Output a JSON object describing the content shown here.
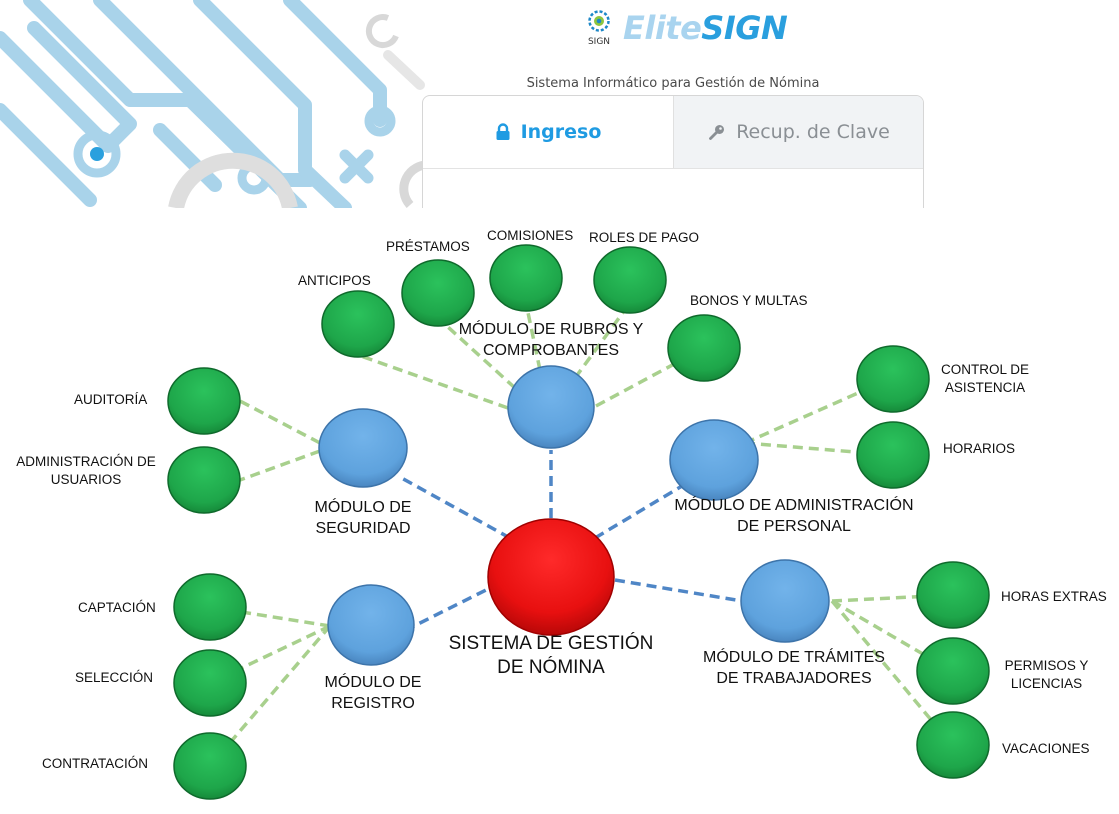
{
  "login": {
    "brand_elite": "Elite",
    "brand_sign": "SIGN",
    "logo_small_text": "SIGN",
    "subtitle": "Sistema Informático para Gestión de Nómina",
    "tab_login": "Ingreso",
    "tab_recover": "Recup. de Clave"
  },
  "colors": {
    "brand": "#2a9fde",
    "core": "#e81010",
    "module": "#62a6e2",
    "leaf": "#1ea64a",
    "module_link": "#4f86c6",
    "leaf_link": "#a8d08d"
  },
  "diagram": {
    "core": "SISTEMA DE GESTIÓN\nDE NÓMINA",
    "modules": {
      "rubros": "MÓDULO DE RUBROS Y\nCOMPROBANTES",
      "seguridad": "MÓDULO DE\nSEGURIDAD",
      "personal": "MÓDULO DE ADMINISTRACIÓN\nDE PERSONAL",
      "registro": "MÓDULO DE\nREGISTRO",
      "tramites": "MÓDULO DE TRÁMITES\nDE TRABAJADORES"
    },
    "leaves": {
      "anticipos": "ANTICIPOS",
      "prestamos": "PRÉSTAMOS",
      "comisiones": "COMISIONES",
      "roles": "ROLES DE PAGO",
      "bonos": "BONOS Y MULTAS",
      "auditoria": "AUDITORÍA",
      "admin_usuarios": "ADMINISTRACIÓN DE\nUSUARIOS",
      "control_asistencia": "CONTROL DE\nASISTENCIA",
      "horarios": "HORARIOS",
      "captacion": "CAPTACIÓN",
      "seleccion": "SELECCIÓN",
      "contratacion": "CONTRATACIÓN",
      "horas_extras": "HORAS EXTRAS",
      "permisos": "PERMISOS Y\nLICENCIAS",
      "vacaciones": "VACACIONES"
    }
  }
}
